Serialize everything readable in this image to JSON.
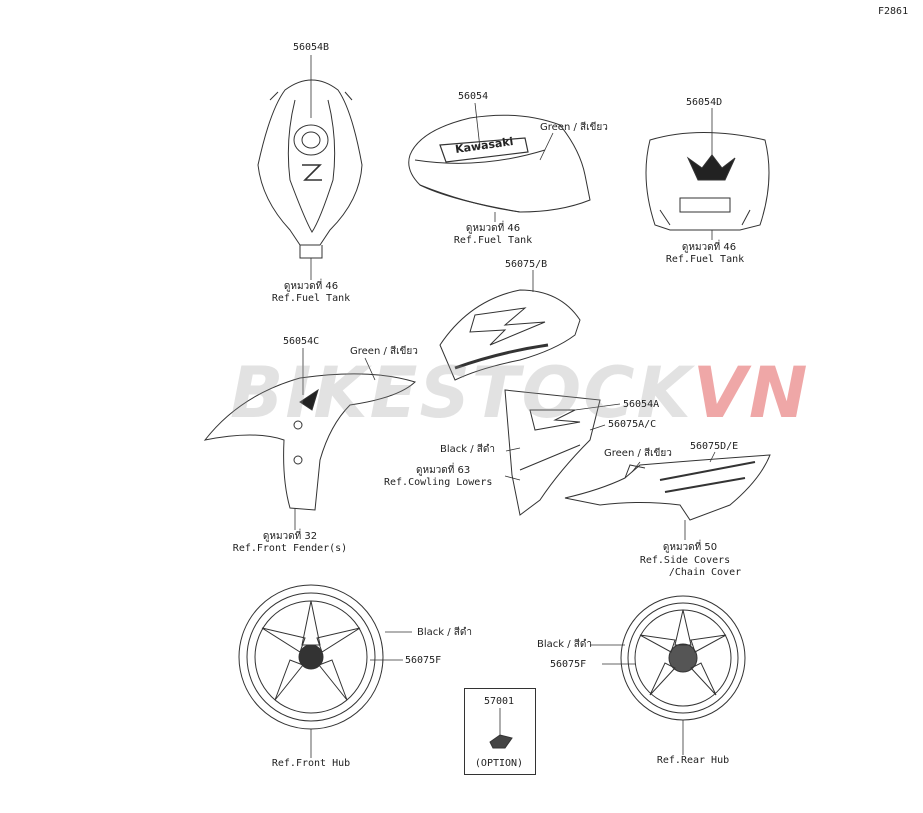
{
  "figure_code": "F2861",
  "watermark": {
    "main": "BIKESTOCK",
    "accent": "VN",
    "accent_color": "#e03a3a"
  },
  "parts": {
    "p56054B": "56054B",
    "p56054": "56054",
    "p56054D": "56054D",
    "p56075B": "56075/B",
    "p56054C": "56054C",
    "p56054A": "56054A",
    "p56075AC": "56075A/C",
    "p56075DE": "56075D/E",
    "p56075F_front": "56075F",
    "p56075F_rear": "56075F",
    "p57001": "57001"
  },
  "colors": {
    "green_tank": "Green / สีเขียว",
    "green_fender": "Green / สีเขียว",
    "green_cover": "Green / สีเขียว",
    "black_cowl": "Black / สีดำ",
    "black_front_wheel": "Black / สีดำ",
    "black_rear_wheel": "Black / สีดำ"
  },
  "refs": {
    "tank_top_th": "ดูหมวดที่ 46",
    "tank_top_en": "Ref.Fuel Tank",
    "tank_side_th": "ดูหมวดที่ 46",
    "tank_side_en": "Ref.Fuel Tank",
    "tank_rear_th": "ดูหมวดที่ 46",
    "tank_rear_en": "Ref.Fuel Tank",
    "fender_th": "ดูหมวดที่ 32",
    "fender_en": "Ref.Front Fender(s)",
    "cowl_th": "ดูหมวดที่ 63",
    "cowl_en": "Ref.Cowling Lowers",
    "side_th": "ดูหมวดที่ 50",
    "side_en1": "Ref.Side Covers",
    "side_en2": "/Chain Cover",
    "front_hub": "Ref.Front Hub",
    "rear_hub": "Ref.Rear Hub"
  },
  "option_label": "(OPTION)",
  "brand_text": "Kawasaki",
  "tank_badge": "Z"
}
